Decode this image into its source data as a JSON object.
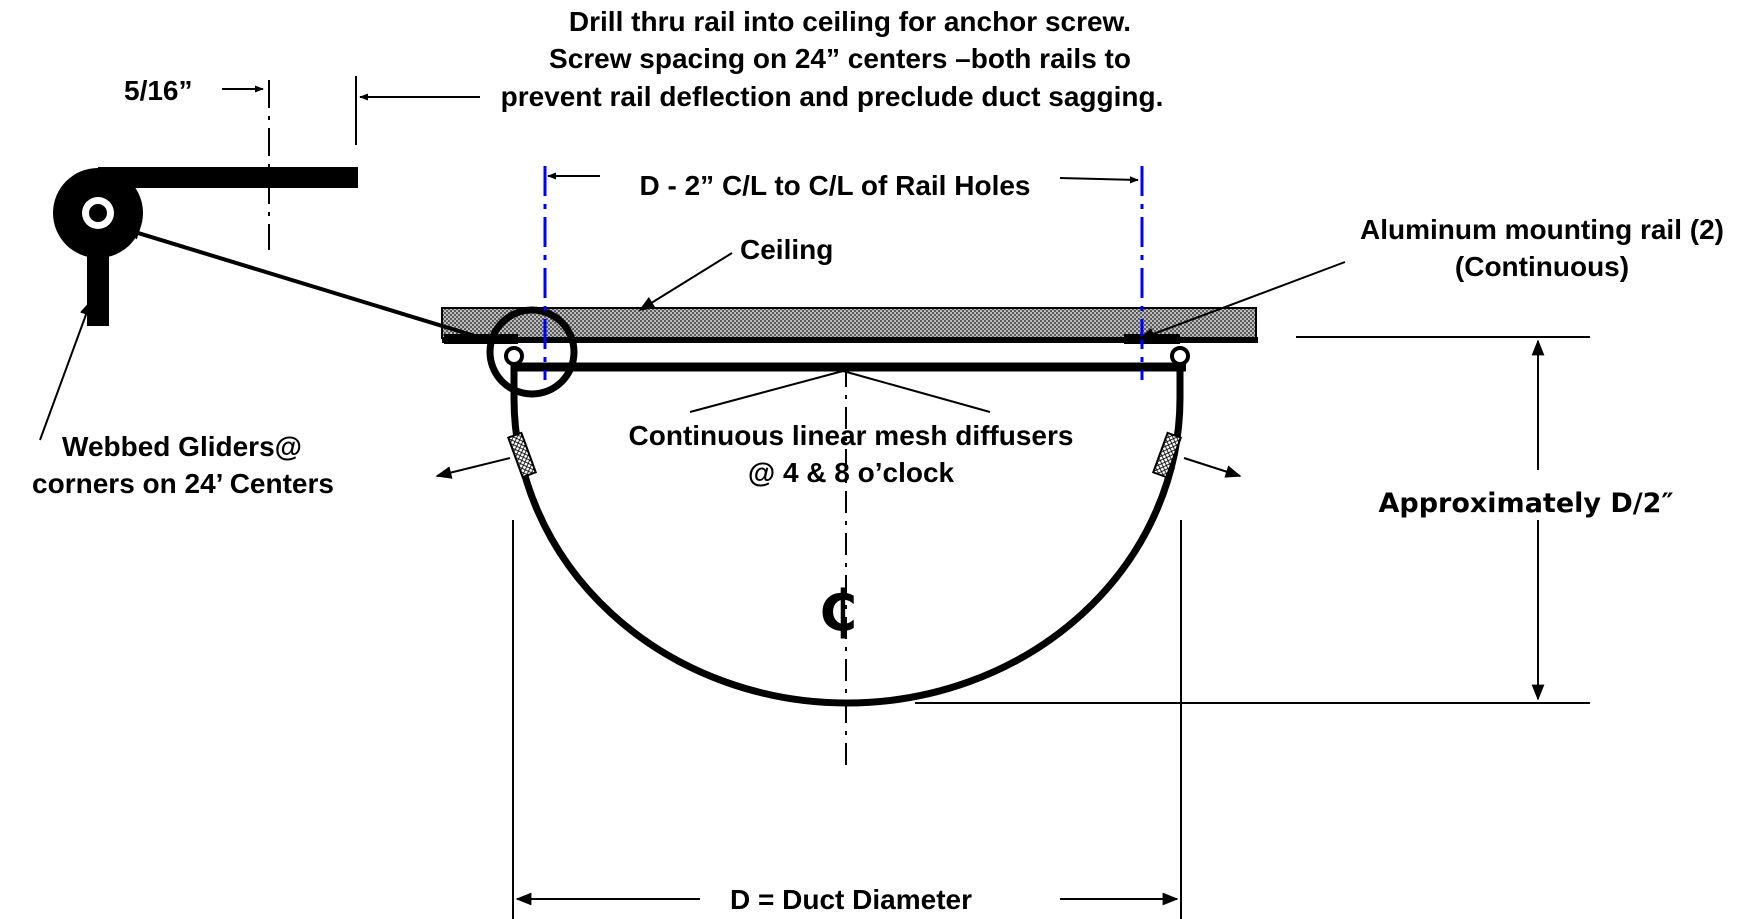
{
  "labels": {
    "drill_line1": "Drill thru rail into ceiling for anchor screw.",
    "drill_line2": "Screw spacing on 24” centers –both rails to",
    "drill_line3": "prevent rail deflection and preclude duct sagging.",
    "gap_dim": "5/16”",
    "rail_hole_dim": "D - 2” C/L to C/L of Rail Holes",
    "ceiling": "Ceiling",
    "rail_line1": "Aluminum mounting rail (2)",
    "rail_line2": "(Continuous)",
    "glider_line1": "Webbed Gliders@",
    "glider_line2": "corners on 24’ Centers",
    "diffuser_line1": "Continuous linear mesh diffusers",
    "diffuser_line2": "@ 4 & 8 o’clock",
    "height_dim": "Approximately D/2″",
    "centerline_symbol": "₵",
    "diameter_dim": "D = Duct Diameter"
  },
  "colors": {
    "ink": "#000000",
    "centerline_blue": "#0000ff",
    "ceiling_fill": "#9a9a9a"
  }
}
